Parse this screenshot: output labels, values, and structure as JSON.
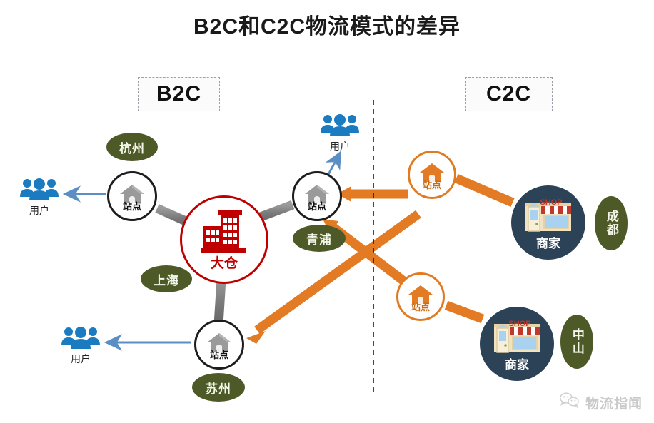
{
  "title": "B2C和C2C物流模式的差异",
  "sections": [
    {
      "id": "b2c",
      "label": "B2C"
    },
    {
      "id": "c2c",
      "label": "C2C"
    }
  ],
  "divider": {
    "style": "dashed-vertical",
    "color": "#1a1a1a"
  },
  "colors": {
    "olive": "#4d5a28",
    "warehouse_red": "#c00000",
    "orange": "#e27b23",
    "merchant_navy": "#2b4257",
    "user_blue": "#1b7bc1",
    "gray_link": "#7f7f7f",
    "blue_arrow": "#5b8fc4",
    "watermark_gray": "#c9c9c9"
  },
  "b2c": {
    "warehouse": {
      "label": "大仓",
      "city": "上海"
    },
    "stations": [
      {
        "id": "hangzhou",
        "label": "站点",
        "city": "杭州"
      },
      {
        "id": "qingpu",
        "label": "站点",
        "city": "青浦"
      },
      {
        "id": "suzhou",
        "label": "站点",
        "city": "苏州"
      }
    ],
    "users": [
      {
        "id": "user-left",
        "label": "用户"
      },
      {
        "id": "user-top",
        "label": "用户"
      },
      {
        "id": "user-bottom",
        "label": "用户"
      }
    ]
  },
  "c2c": {
    "stations": [
      {
        "id": "c2c-station-top",
        "label": "站点"
      },
      {
        "id": "c2c-station-bottom",
        "label": "站点"
      }
    ],
    "merchants": [
      {
        "id": "merchant-chengdu",
        "label": "商家",
        "city": "成都",
        "sign": "SHOP"
      },
      {
        "id": "merchant-zhongshan",
        "label": "商家",
        "city": "中山",
        "sign": "SHOP"
      }
    ]
  },
  "watermark": {
    "text": "物流指闻",
    "icon": "wechat-icon"
  }
}
